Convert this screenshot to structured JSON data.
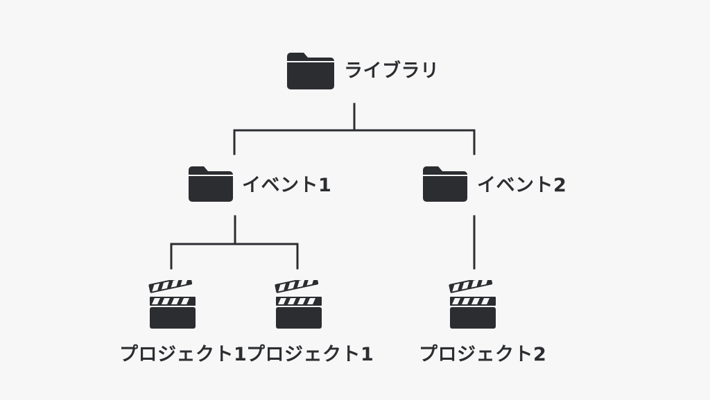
{
  "colors": {
    "ink": "#2b2d30",
    "background": "#f7f7f7"
  },
  "tree": {
    "root": {
      "label": "ライブラリ",
      "icon": "folder-icon"
    },
    "events": [
      {
        "label": "イベント1",
        "icon": "folder-icon"
      },
      {
        "label": "イベント2",
        "icon": "folder-icon"
      }
    ],
    "projects": [
      {
        "label": "プロジェクト1",
        "icon": "clapperboard-icon",
        "parent": "イベント1"
      },
      {
        "label": "プロジェクト1",
        "icon": "clapperboard-icon",
        "parent": "イベント1"
      },
      {
        "label": "プロジェクト2",
        "icon": "clapperboard-icon",
        "parent": "イベント2"
      }
    ]
  }
}
